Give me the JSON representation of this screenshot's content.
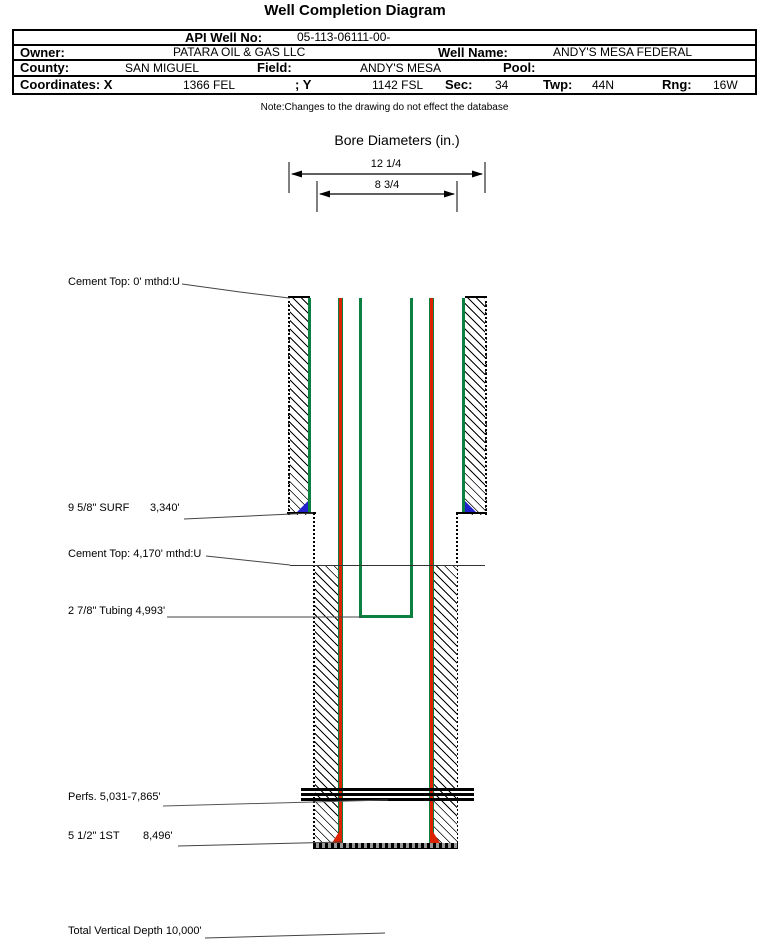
{
  "title": "Well Completion Diagram",
  "table": {
    "api_label": "API Well No:",
    "api_value": "05-113-06111-00-",
    "owner_label": "Owner:",
    "owner_value": "PATARA OIL & GAS LLC",
    "well_name_label": "Well Name:",
    "well_name_value": "ANDY'S MESA FEDERAL",
    "county_label": "County:",
    "county_value": "SAN MIGUEL",
    "field_label": "Field:",
    "field_value": "ANDY'S MESA",
    "pool_label": "Pool:",
    "pool_value": "",
    "coordinates_label": "Coordinates: X",
    "x_value": "1366 FEL",
    "y_label": "; Y",
    "y_value": "1142 FSL",
    "sec_label": "Sec:",
    "sec_value": "34",
    "twp_label": "Twp:",
    "twp_value": "44N",
    "rng_label": "Rng:",
    "rng_value": "16W"
  },
  "note": "Note:Changes to the drawing do not effect the database",
  "bore_diameters": {
    "title": "Bore Diameters (in.)",
    "outer_value": "12 1/4",
    "inner_value": "8 3/4"
  },
  "annotations": {
    "cement_top_surface": "Cement Top: 0' mthd:U",
    "surface_casing_name": "9 5/8\" SURF",
    "surface_casing_depth": "3,340'",
    "cement_top_production": "Cement Top: 4,170' mthd:U",
    "tubing": "2 7/8\" Tubing 4,993'",
    "perfs": "Perfs. 5,031-7,865'",
    "production_casing_name": "5 1/2\" 1ST",
    "production_casing_depth": "8,496'",
    "total_vertical_depth": "Total Vertical Depth 10,000'"
  },
  "colors": {
    "casing_green": "#0c8040",
    "production_red": "#dd2200",
    "shoe_blue": "#2222cc"
  }
}
